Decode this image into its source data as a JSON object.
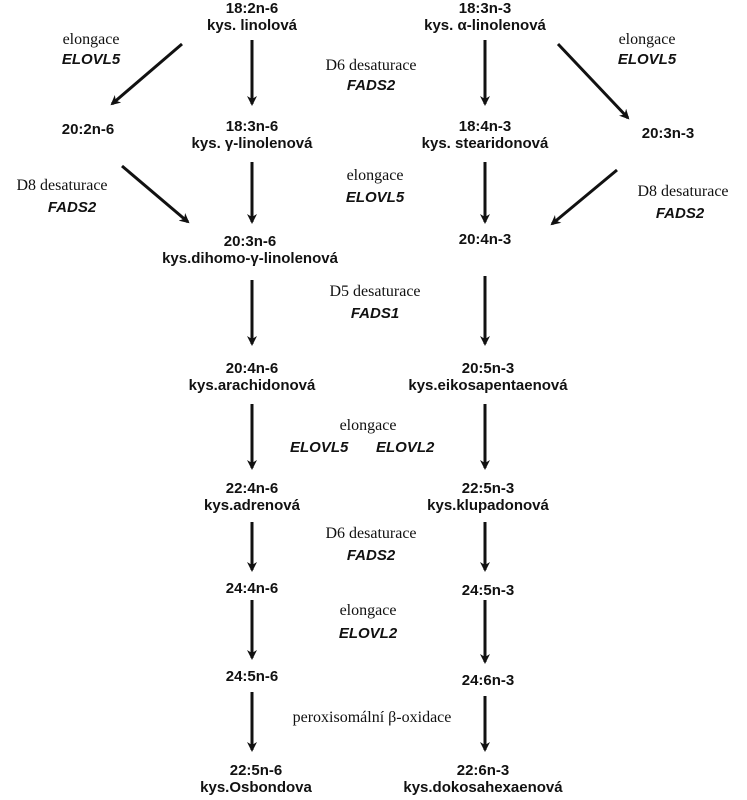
{
  "nodes": {
    "la": {
      "code": "18:2n-6",
      "name": "kys. linolová"
    },
    "ala": {
      "code": "18:3n-3",
      "name": "kys. α-linolenová"
    },
    "c20_2n6": {
      "code": "20:2n-6",
      "name": ""
    },
    "gla": {
      "code": "18:3n-6",
      "name": "kys. γ-linolenová"
    },
    "sda": {
      "code": "18:4n-3",
      "name": "kys. stearidonová"
    },
    "c20_3n3": {
      "code": "20:3n-3",
      "name": ""
    },
    "dgla": {
      "code": "20:3n-6",
      "name": "kys.dihomo-γ-linolenová"
    },
    "c20_4n3": {
      "code": "20:4n-3",
      "name": ""
    },
    "aa": {
      "code": "20:4n-6",
      "name": "kys.arachidonová"
    },
    "epa": {
      "code": "20:5n-3",
      "name": "kys.eikosapentaenová"
    },
    "adr": {
      "code": "22:4n-6",
      "name": "kys.adrenová"
    },
    "dpa": {
      "code": "22:5n-3",
      "name": "kys.klupadonová"
    },
    "c24_4n6": {
      "code": "24:4n-6",
      "name": ""
    },
    "c24_5n3": {
      "code": "24:5n-3",
      "name": ""
    },
    "c24_5n6": {
      "code": "24:5n-6",
      "name": ""
    },
    "c24_6n3": {
      "code": "24:6n-3",
      "name": ""
    },
    "osbond": {
      "code": "22:5n-6",
      "name": "kys.Osbondova"
    },
    "dha": {
      "code": "22:6n-3",
      "name": "kys.dokosahexaenová"
    }
  },
  "steps": {
    "elong_left_proc": "elongace",
    "elong_left_gene": "ELOVL5",
    "d6_top_proc": "D6 desaturace",
    "d6_top_gene": "FADS2",
    "elong_right_proc": "elongace",
    "elong_right_gene": "ELOVL5",
    "d8_left_proc": "D8 desaturace",
    "d8_left_gene": "FADS2",
    "elong_mid_proc": "elongace",
    "elong_mid_gene": "ELOVL5",
    "d8_right_proc": "D8 desaturace",
    "d8_right_gene": "FADS2",
    "d5_proc": "D5 desaturace",
    "d5_gene": "FADS1",
    "elong2_proc": "elongace",
    "elong2_gene_a": "ELOVL5",
    "elong2_gene_b": "ELOVL2",
    "d6_low_proc": "D6 desaturace",
    "d6_low_gene": "FADS2",
    "elong3_proc": "elongace",
    "elong3_gene": "ELOVL2",
    "perox_proc": "peroxisomální β-oxidace"
  },
  "colors": {
    "ink": "#111111",
    "background": "#ffffff"
  }
}
